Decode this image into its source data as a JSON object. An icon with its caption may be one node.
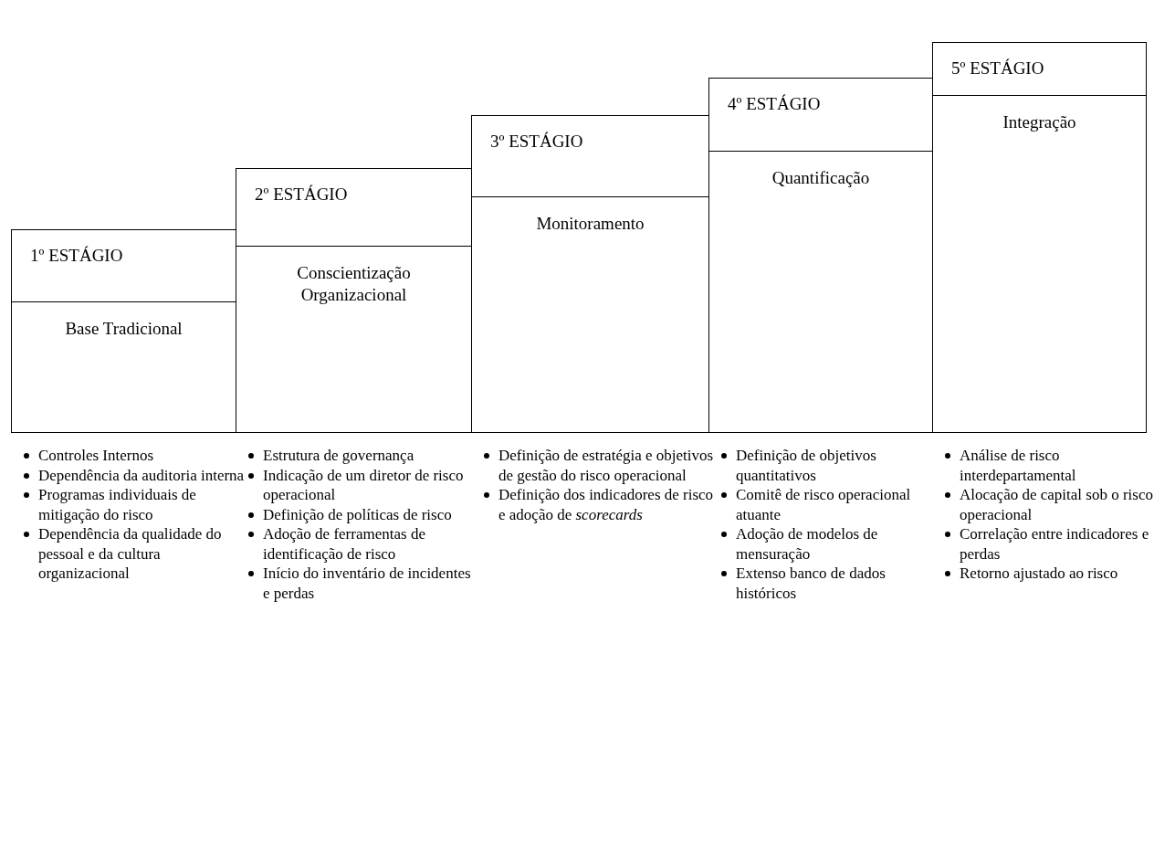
{
  "diagram": {
    "nodes": [
      {
        "text": [
          "1º ESTÁGIO"
        ]
      },
      {
        "text": [
          "Base Tradicional"
        ],
        "beside": [
          "Controles Internos",
          "Dependência da auditoria interna",
          "Programas individuais de mitigação do risco",
          "Dependência da qualidade do pessoal e da cultura organizacional"
        ]
      },
      {
        "text": [
          "2º ESTÁGIO"
        ]
      },
      {
        "text": [
          "Conscientização Organizacional"
        ],
        "beside": [
          "Estrutura de governança",
          "Indicação de um diretor de risco operacional",
          "Definição de políticas de risco",
          "Adoção de ferramentas de identificação de risco",
          "Início do inventário de incidentes e perdas"
        ]
      },
      {
        "text": [
          "3º ESTÁGIO"
        ]
      },
      {
        "text": [
          "Monitoramento"
        ],
        "beside": [
          "Definição de estratégia e objetivos de gestão do risco operacional",
          "Definição dos indicadores de risco e adoção de *scorecards*"
        ]
      },
      {
        "text": [
          "4º ESTÁGIO"
        ]
      },
      {
        "text": [
          "Quantificação"
        ],
        "beside": [
          "Definição de objetivos quantitativos",
          "Comitê de risco operacional atuante",
          "Adoção de modelos de mensuração",
          "Extenso banco de dados históricos"
        ]
      },
      {
        "text": [
          "5º ESTÁGIO"
        ]
      },
      {
        "text": [
          "Integração"
        ],
        "beside": [
          "Análise de risco interdepartamental",
          "Alocação de capital sob o risco operacional",
          "Correlação entre indicadores e perdas",
          "Retorno ajustado ao risco"
        ]
      }
    ]
  }
}
